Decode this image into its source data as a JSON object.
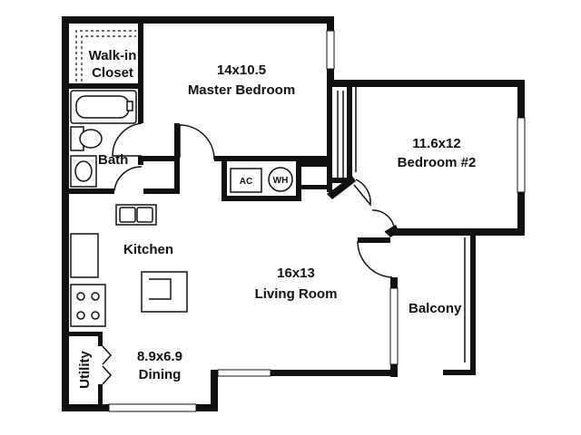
{
  "rooms": {
    "walk_in_closet": {
      "line1": "Walk-in",
      "line2": "Closet"
    },
    "master_bedroom": {
      "size": "14x10.5",
      "name": "Master Bedroom"
    },
    "bedroom2": {
      "size": "11.6x12",
      "name": "Bedroom #2"
    },
    "bath": {
      "name": "Bath"
    },
    "kitchen": {
      "name": "Kitchen"
    },
    "living_room": {
      "size": "16x13",
      "name": "Living Room"
    },
    "balcony": {
      "name": "Balcony"
    },
    "dining": {
      "size": "8.9x6.9",
      "name": "Dining"
    },
    "utility": {
      "name": "Utility"
    }
  },
  "fixtures": {
    "ac": "AC",
    "water_heater": "WH"
  }
}
